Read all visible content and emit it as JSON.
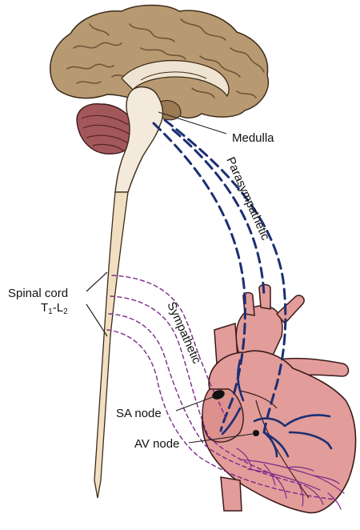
{
  "labels": {
    "medulla": "Medulla",
    "parasympathetic": "Parasympathetic",
    "spinal_cord": "Spinal cord",
    "segment_start": "T",
    "segment_start_sub": "1",
    "segment_sep": "-L",
    "segment_end_sub": "2",
    "sympathetic": "Sympathetic",
    "sa_node": "SA node",
    "av_node": "AV node"
  },
  "colors": {
    "brain_cortex": "#b89a72",
    "brain_sulci": "#6f5638",
    "brainstem": "#f3eadb",
    "cerebellum": "#a2585a",
    "spinal_cord": "#f0dfc0",
    "heart": "#e29c9a",
    "heart_outline": "#3a1a1a",
    "parasympathetic_nerve": "#1c2f73",
    "sympathetic_nerve": "#7b2a8a"
  }
}
